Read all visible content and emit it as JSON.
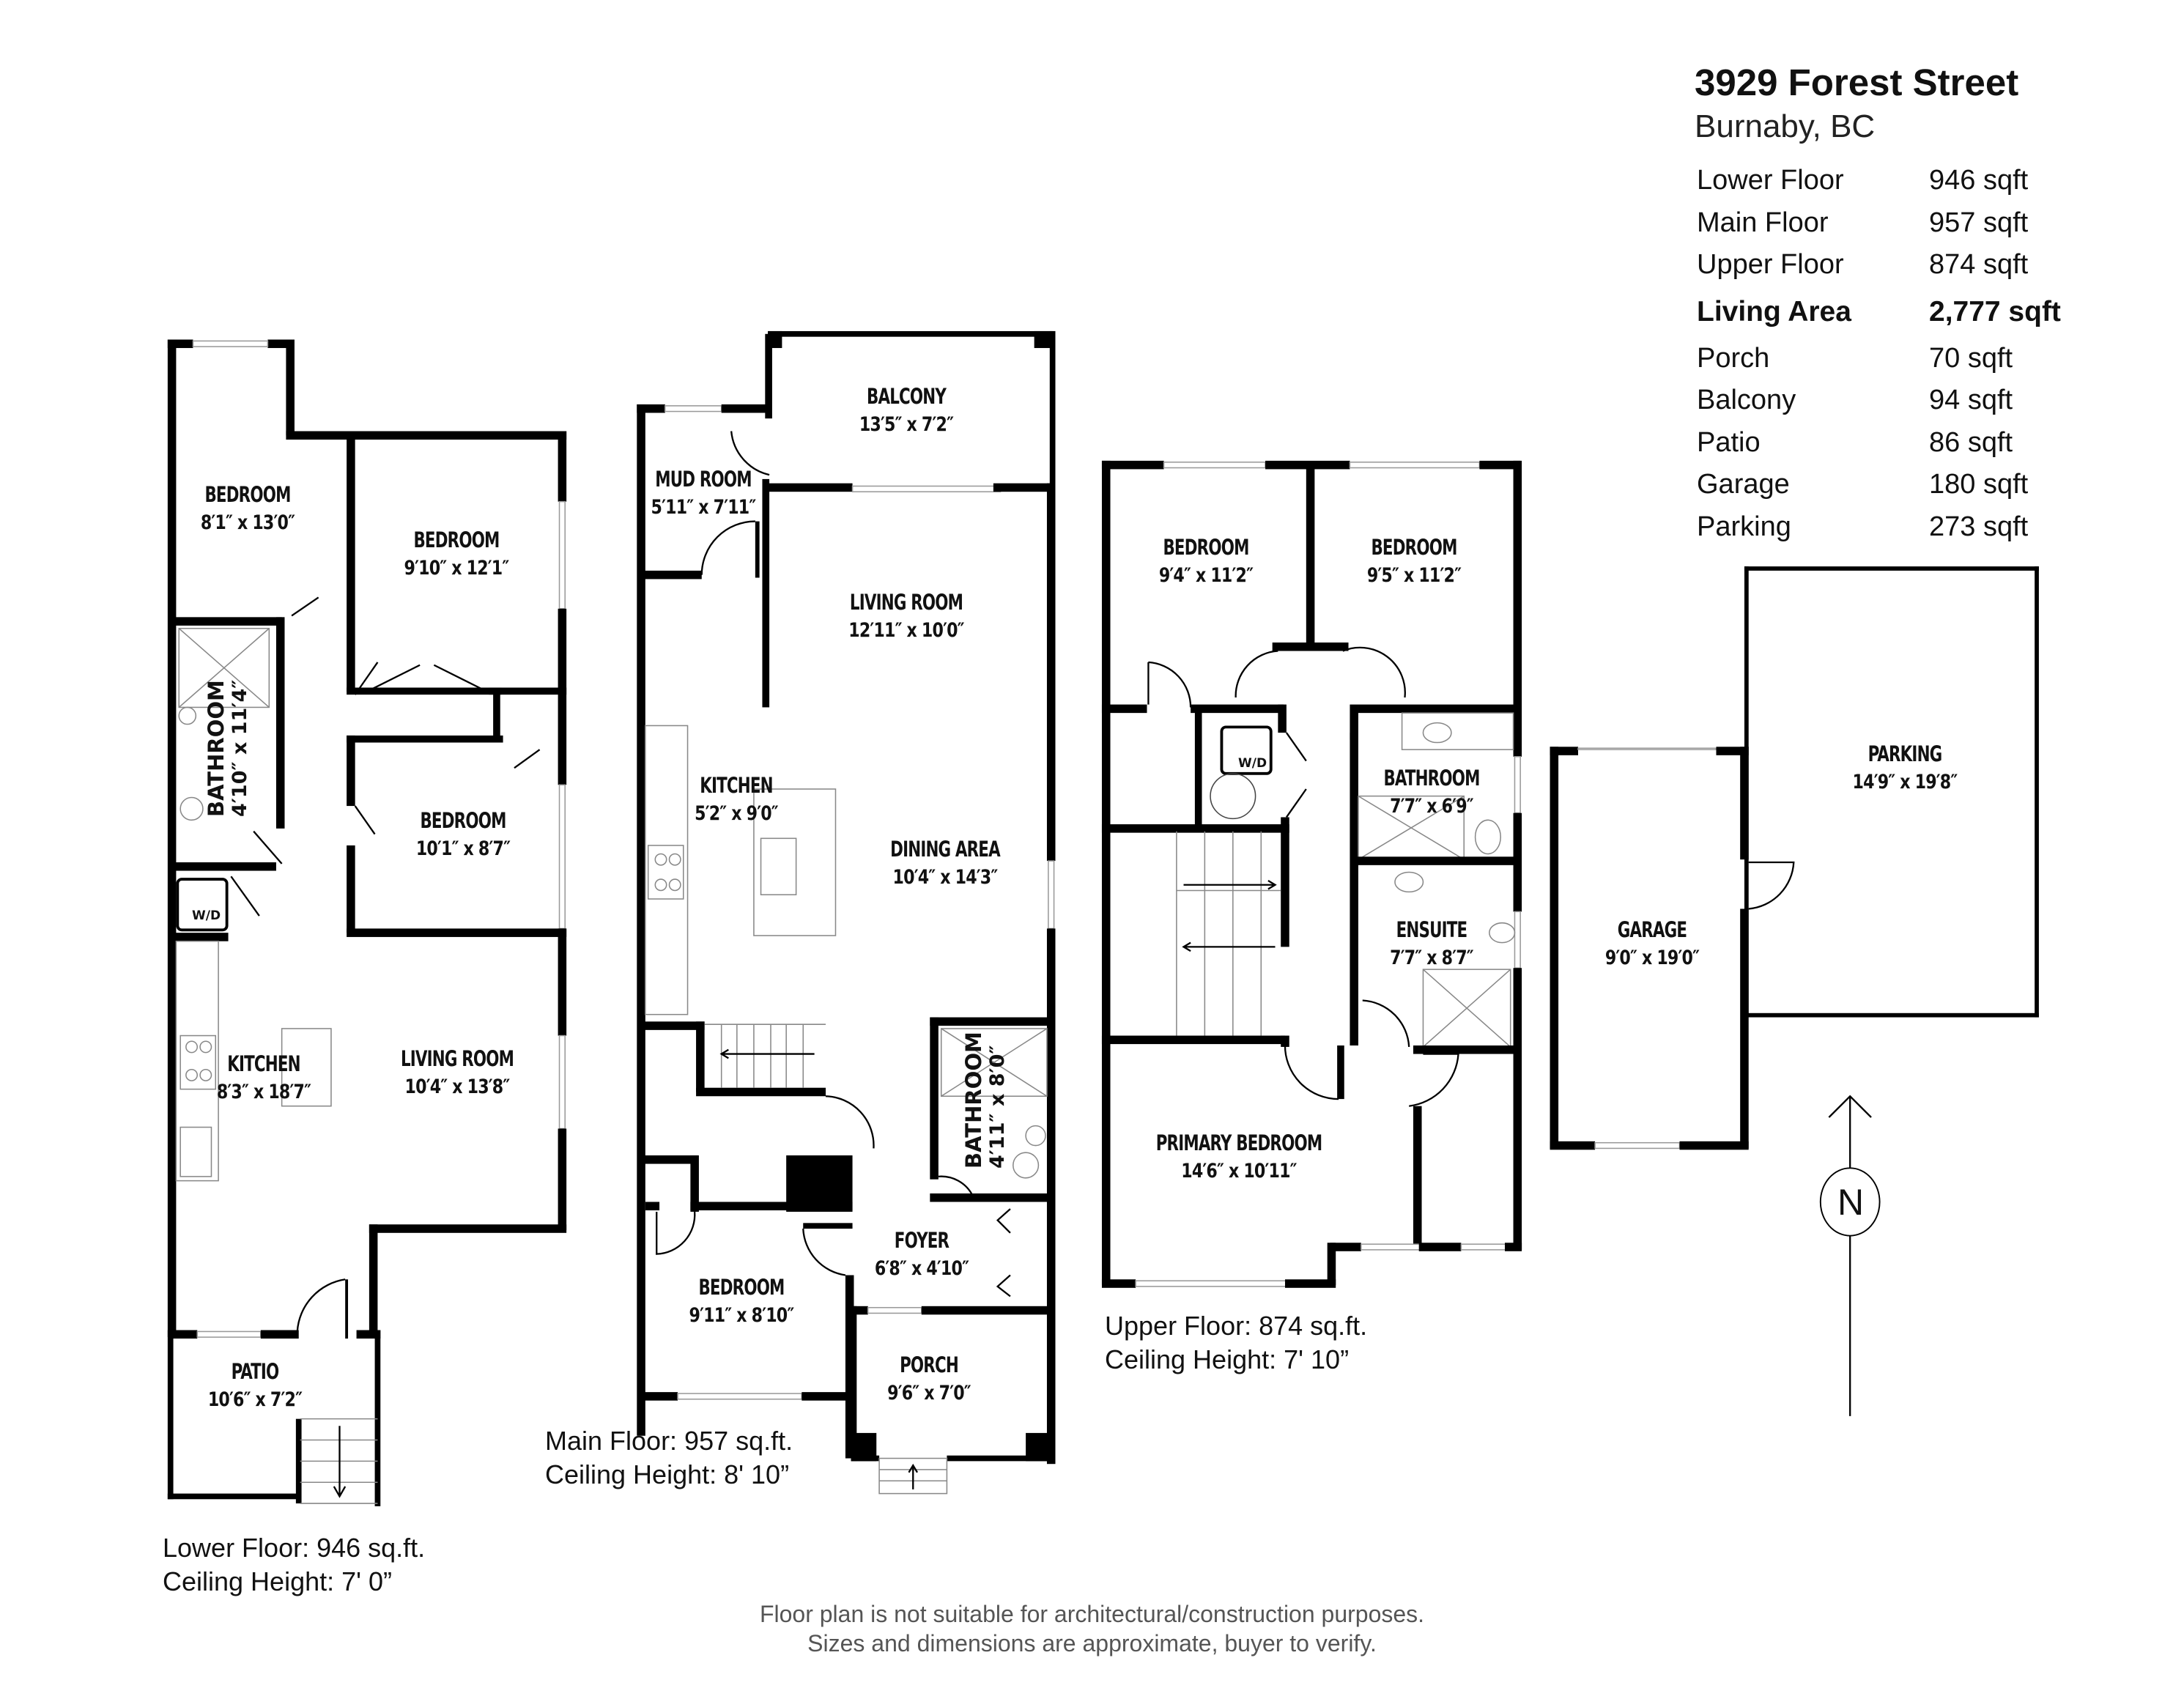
{
  "header": {
    "address": "3929 Forest Street",
    "city": "Burnaby, BC"
  },
  "summary": [
    {
      "label": "Lower Floor",
      "value": "946 sqft",
      "bold": false
    },
    {
      "label": "Main Floor",
      "value": "957 sqft",
      "bold": false
    },
    {
      "label": "Upper Floor",
      "value": "874 sqft",
      "bold": false
    },
    {
      "label": "Living Area",
      "value": "2,777 sqft",
      "bold": true
    },
    {
      "label": "Porch",
      "value": "70 sqft",
      "bold": false
    },
    {
      "label": "Balcony",
      "value": "94 sqft",
      "bold": false
    },
    {
      "label": "Patio",
      "value": "86 sqft",
      "bold": false
    },
    {
      "label": "Garage",
      "value": "180 sqft",
      "bold": false
    },
    {
      "label": "Parking",
      "value": "273 sqft",
      "bold": false
    }
  ],
  "floors": {
    "lower": {
      "caption_area": "Lower Floor: 946 sq.ft.",
      "caption_ceiling": "Ceiling Height: 7' 0”",
      "rooms": {
        "bedroom1": {
          "name": "BEDROOM",
          "dim": "8′1″ x 13′0″"
        },
        "bedroom2": {
          "name": "BEDROOM",
          "dim": "9′10″ x 12′1″"
        },
        "bedroom3": {
          "name": "BEDROOM",
          "dim": "10′1″ x 8′7″"
        },
        "bathroom": {
          "name": "BATHROOM",
          "dim": "4′10″ x 11′4″"
        },
        "kitchen": {
          "name": "KITCHEN",
          "dim": "8′3″ x 18′7″"
        },
        "living": {
          "name": "LIVING ROOM",
          "dim": "10′4″ x 13′8″"
        },
        "patio": {
          "name": "PATIO",
          "dim": "10′6″ x 7′2″"
        }
      },
      "wd_label": "W/D"
    },
    "main": {
      "caption_area": "Main Floor: 957 sq.ft.",
      "caption_ceiling": "Ceiling Height: 8' 10”",
      "rooms": {
        "balcony": {
          "name": "BALCONY",
          "dim": "13′5″ x 7′2″"
        },
        "mudroom": {
          "name": "MUD ROOM",
          "dim": "5′11″ x 7′11″"
        },
        "living": {
          "name": "LIVING ROOM",
          "dim": "12′11″ x 10′0″"
        },
        "kitchen": {
          "name": "KITCHEN",
          "dim": "5′2″ x 9′0″"
        },
        "dining": {
          "name": "DINING AREA",
          "dim": "10′4″ x 14′3″"
        },
        "bathroom": {
          "name": "BATHROOM",
          "dim": "4′11″ x 8′0″"
        },
        "bedroom": {
          "name": "BEDROOM",
          "dim": "9′11″ x 8′10″"
        },
        "foyer": {
          "name": "FOYER",
          "dim": "6′8″ x 4′10″"
        },
        "porch": {
          "name": "PORCH",
          "dim": "9′6″ x 7′0″"
        }
      }
    },
    "upper": {
      "caption_area": "Upper Floor: 874 sq.ft.",
      "caption_ceiling": "Ceiling Height: 7' 10”",
      "rooms": {
        "bedroom1": {
          "name": "BEDROOM",
          "dim": "9′4″ x 11′2″"
        },
        "bedroom2": {
          "name": "BEDROOM",
          "dim": "9′5″ x 11′2″"
        },
        "bathroom": {
          "name": "BATHROOM",
          "dim": "7′7″ x 6′9″"
        },
        "ensuite": {
          "name": "ENSUITE",
          "dim": "7′7″ x 8′7″"
        },
        "primary": {
          "name": "PRIMARY BEDROOM",
          "dim": "14′6″ x 10′11″"
        }
      },
      "wd_label": "W/D"
    },
    "outbuildings": {
      "garage": {
        "name": "GARAGE",
        "dim": "9′0″ x 19′0″"
      },
      "parking": {
        "name": "PARKING",
        "dim": "14′9″ x 19′8″"
      }
    }
  },
  "compass": {
    "label": "N",
    "icon": "north-arrow-icon"
  },
  "footer": {
    "line1": "Floor plan is not suitable for architectural/construction purposes.",
    "line2": "Sizes and dimensions are approximate, buyer to verify."
  }
}
